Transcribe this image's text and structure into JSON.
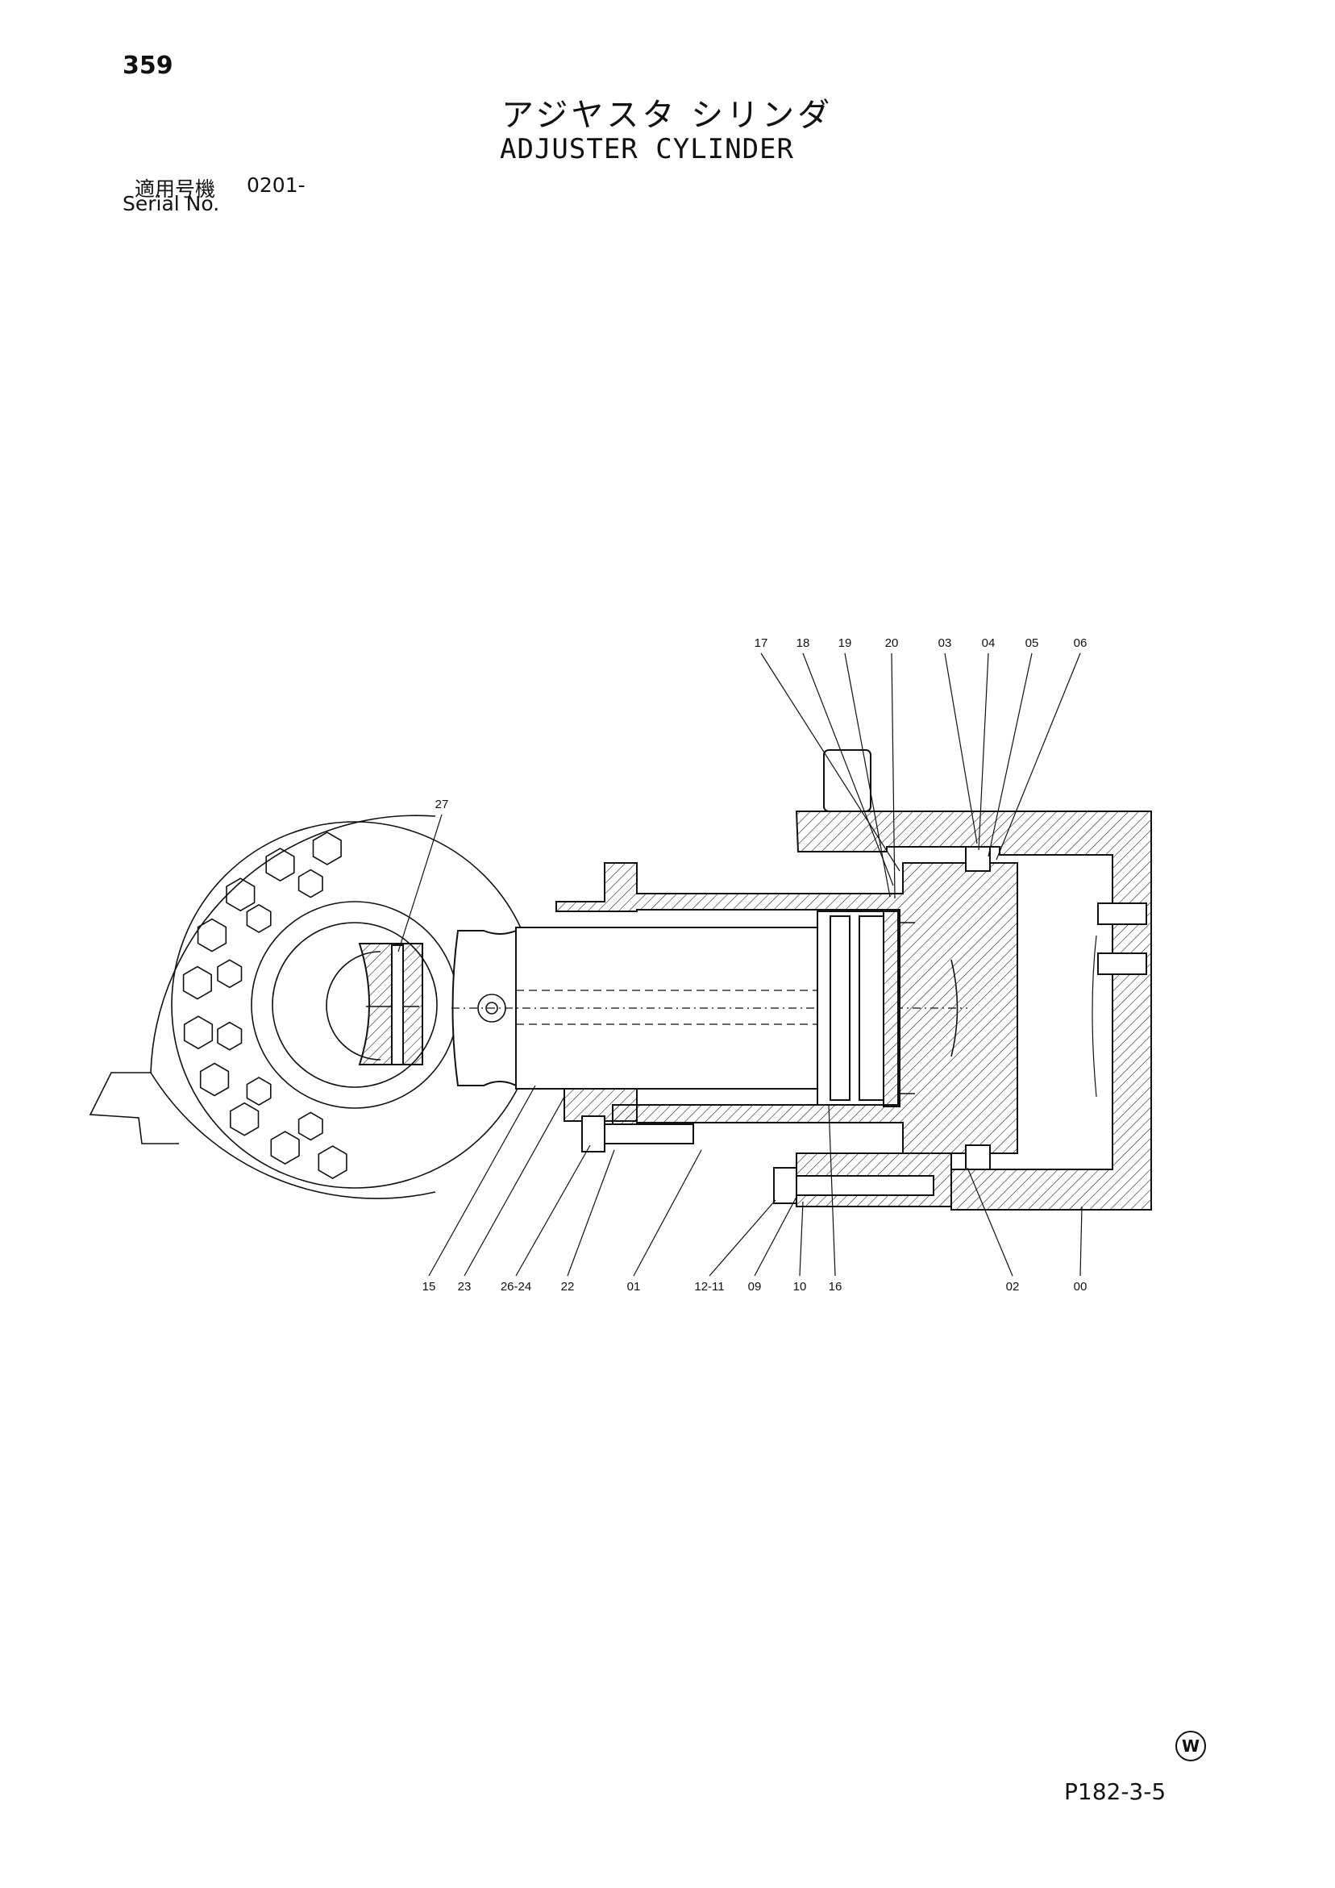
{
  "page_number": "359",
  "title_jp": "アジヤスタ シリンダ",
  "title_en": "ADJUSTER CYLINDER",
  "serial": {
    "label_jp": "適用号機",
    "number": "0201-",
    "label_en": "Serial No."
  },
  "callouts_top": [
    "17",
    "18",
    "19",
    "20",
    "03",
    "04",
    "05",
    "06"
  ],
  "callout_27": "27",
  "callouts_bottom": [
    "15",
    "23",
    "26-24",
    "22",
    "01",
    "12-11",
    "09",
    "10",
    "16",
    "02",
    "00"
  ],
  "watermark": "W",
  "page_code": "P182-3-5"
}
